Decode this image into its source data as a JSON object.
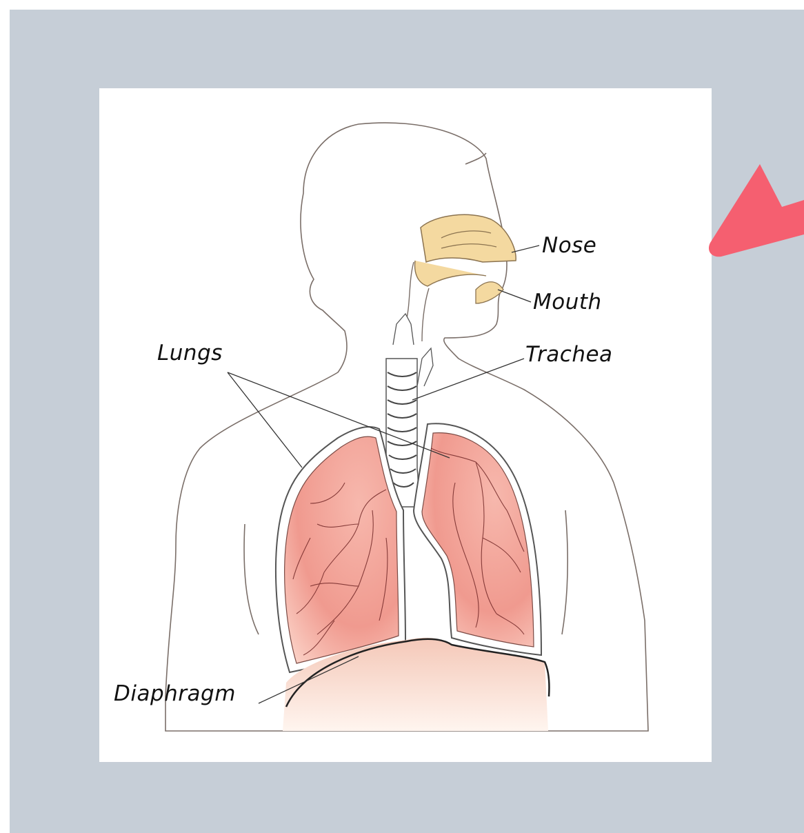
{
  "diagram": {
    "labels": {
      "nose": "Nose",
      "mouth": "Mouth",
      "trachea": "Trachea",
      "lungs": "Lungs",
      "diaphragm": "Diaphragm"
    }
  },
  "colors": {
    "frame": "#c6ced7",
    "panel": "#ffffff",
    "skin": "#fde4d2",
    "lung": "#f3a49a",
    "nasal": "#f4d9a0",
    "arrow": "#f55f70"
  },
  "annotation": {
    "icon": "arrow-pointer-icon",
    "color": "#f55f70"
  }
}
